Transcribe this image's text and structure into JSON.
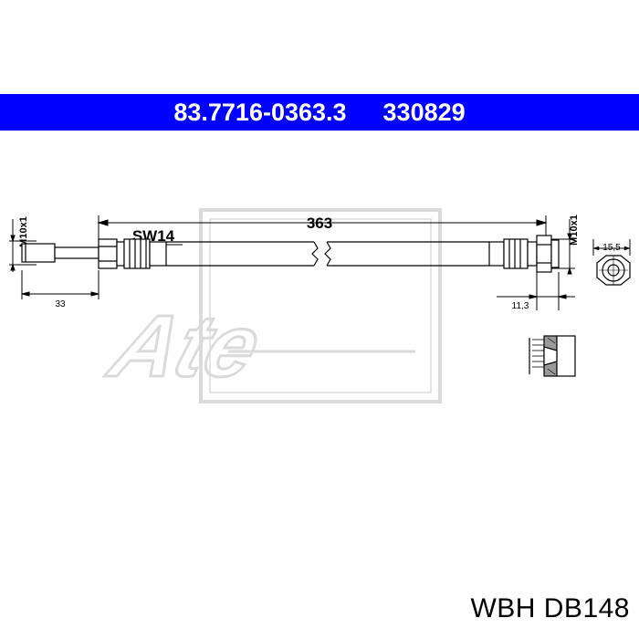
{
  "header": {
    "part_number": "83.7716-0363.3",
    "ref_number": "330829",
    "background_color": "#0000ff",
    "text_color": "#ffffff"
  },
  "drawing": {
    "length_label": "363",
    "wrench_label": "SW14",
    "left_thread_label": "M10x1",
    "right_thread_label": "M10x1",
    "left_fitting_label": "33",
    "right_fitting_label": "11,3",
    "end_diameter_label": "15,5",
    "watermark": "Ate"
  },
  "footer": {
    "text": "WBH DB148"
  }
}
